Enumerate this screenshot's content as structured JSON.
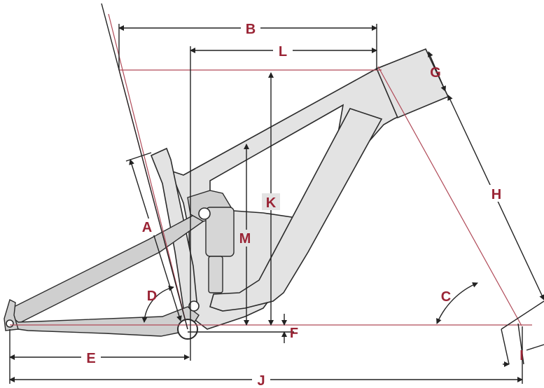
{
  "labels": {
    "A": "A",
    "B": "B",
    "C": "C",
    "D": "D",
    "E": "E",
    "F": "F",
    "G": "G",
    "H": "H",
    "I": "I",
    "J": "J",
    "K": "K",
    "L": "L",
    "M": "M"
  },
  "colors": {
    "label": "#9a2435",
    "reference_line": "#b04a58",
    "dimension_line": "#222222",
    "frame_fill": "#e3e3e3",
    "frame_outline": "#2b2b2b"
  }
}
